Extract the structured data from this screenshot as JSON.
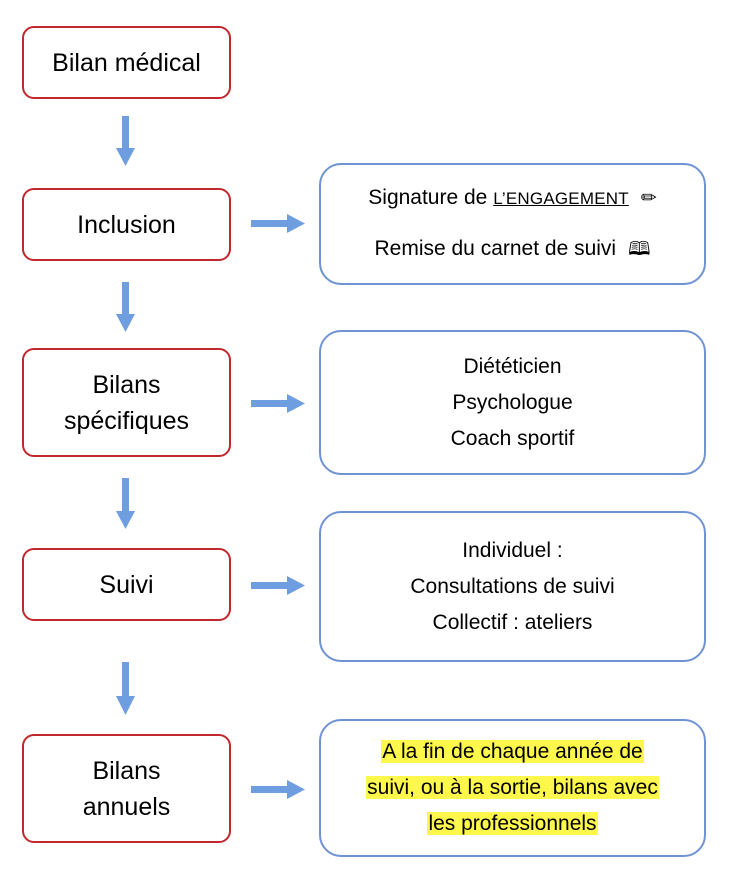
{
  "steps": [
    {
      "label_lines": [
        "Bilan médical"
      ]
    },
    {
      "label_lines": [
        "Inclusion"
      ]
    },
    {
      "label_lines": [
        "Bilans",
        "spécifiques"
      ]
    },
    {
      "label_lines": [
        "Suivi"
      ]
    },
    {
      "label_lines": [
        "Bilans",
        "annuels"
      ]
    }
  ],
  "details": {
    "inclusion": {
      "signature_prefix": "Signature de ",
      "signature_underlined": "L’ENGAGEMENT",
      "signature_icon": "✏",
      "carnet_text": "Remise du carnet de suivi",
      "carnet_icon": "🕮"
    },
    "bilans_specifiques": [
      "Diététicien",
      "Psychologue",
      "Coach sportif"
    ],
    "suivi": [
      "Individuel :",
      "Consultations de suivi",
      "Collectif : ateliers"
    ],
    "bilans_annuels": [
      "A la fin de chaque année de",
      "suivi, ou à la sortie, bilans avec",
      "les professionnels"
    ]
  },
  "colors": {
    "step_border": "#c0282d",
    "detail_border": "#6f93d3",
    "arrow": "#6f9ee0",
    "highlight": "#fef84c"
  }
}
